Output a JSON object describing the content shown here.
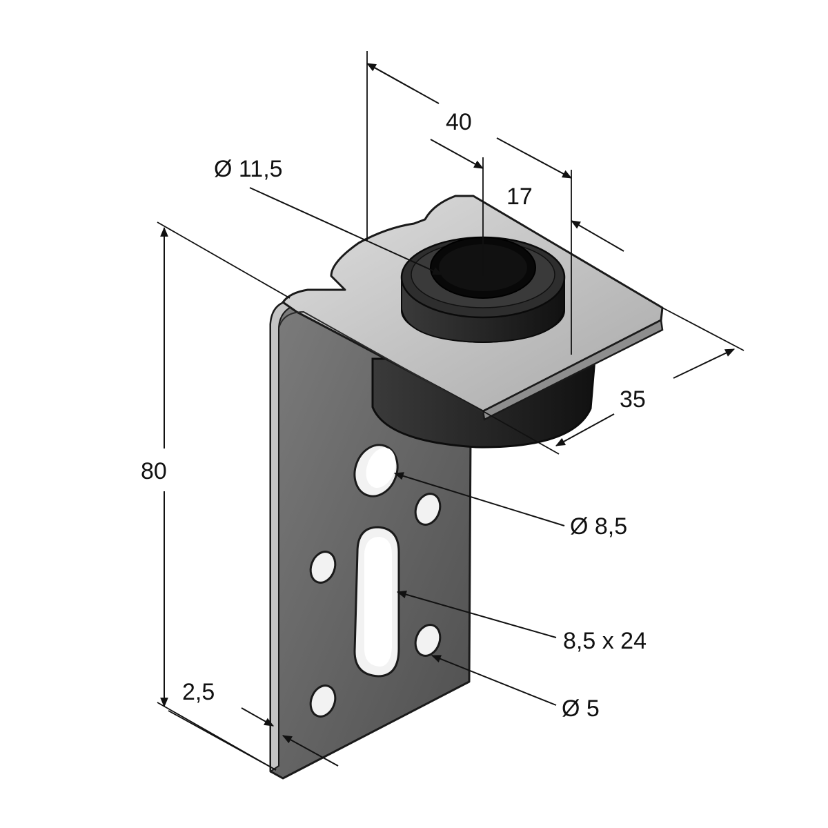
{
  "dimensions": {
    "overall_width": "40",
    "bushing_offset": "17",
    "bore_diameter": "Ø 11,5",
    "plate_depth": "35",
    "height": "80",
    "large_hole": "Ø 8,5",
    "slot": "8,5 x 24",
    "small_hole": "Ø 5",
    "thickness": "2,5"
  },
  "colors": {
    "metal_light": "#c9c9c9",
    "metal_mid": "#8a8a8a",
    "metal_dark": "#5a5a5a",
    "rubber": "#2a2a2a",
    "rubber_dark": "#0d0d0d"
  }
}
